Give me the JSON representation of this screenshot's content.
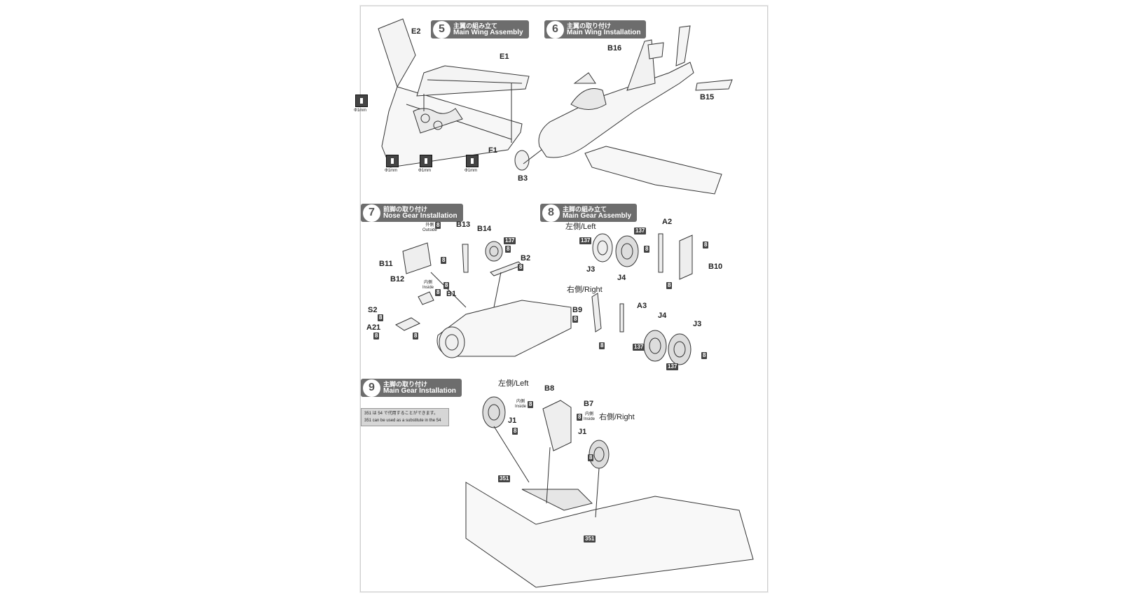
{
  "steps": {
    "s5": {
      "num": "5",
      "ja": "主翼の組み立て",
      "en": "Main Wing Assembly"
    },
    "s6": {
      "num": "6",
      "ja": "主翼の取り付け",
      "en": "Main Wing Installation"
    },
    "s7": {
      "num": "7",
      "ja": "前脚の取り付け",
      "en": "Nose Gear Installation"
    },
    "s8": {
      "num": "8",
      "ja": "主脚の組み立て",
      "en": "Main Gear Assembly"
    },
    "s9": {
      "num": "9",
      "ja": "主脚の取り付け",
      "en": "Main Gear Installation"
    }
  },
  "parts": {
    "E2": "E2",
    "E1": "E1",
    "F1": "F1",
    "B16": "B16",
    "B15": "B15",
    "B3": "B3",
    "B13": "B13",
    "B14": "B14",
    "B11": "B11",
    "B2": "B2",
    "B12": "B12",
    "B1": "B1",
    "S2": "S2",
    "A21": "A21",
    "A2": "A2",
    "J3": "J3",
    "J4": "J4",
    "B10": "B10",
    "B9": "B9",
    "A3": "A3",
    "B8": "B8",
    "B7": "B7",
    "J1": "J1"
  },
  "drill": {
    "label": "Φ1mm"
  },
  "sides": {
    "left": "左側/Left",
    "right": "右側/Right"
  },
  "orient": {
    "outside_ja": "外側",
    "outside_en": "Outside",
    "inside_ja": "内側",
    "inside_en": "Inside"
  },
  "paints": {
    "p8": "8",
    "p137": "137",
    "p351": "351"
  },
  "note": {
    "line1": "351 は 54 で代用することができます。",
    "line2": "351 can be used as a substitute in the 54"
  },
  "colors": {
    "header_bg": "#6d6d6d",
    "badge_bg": "#444444",
    "note_bg": "#d6d6d6"
  }
}
